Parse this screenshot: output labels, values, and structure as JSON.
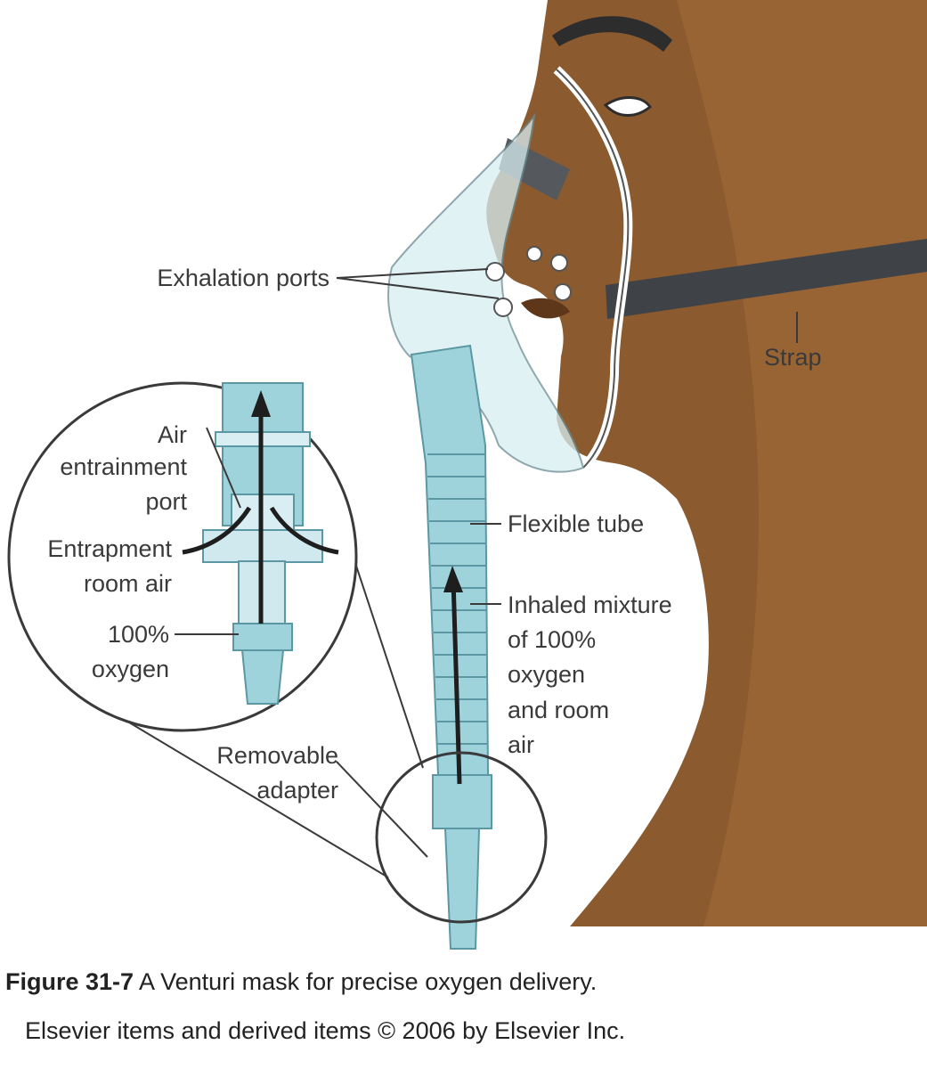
{
  "labels": {
    "exhalation_ports": "Exhalation ports",
    "strap": "Strap",
    "air_entrainment_port": [
      "Air",
      "entrainment",
      "port"
    ],
    "entrapment_room_air": [
      "Entrapment",
      "room air"
    ],
    "oxygen_100": [
      "100%",
      "oxygen"
    ],
    "flexible_tube": "Flexible tube",
    "inhaled_mixture": [
      "Inhaled mixture",
      "of 100%",
      "oxygen",
      "and room",
      "air"
    ],
    "removable_adapter": [
      "Removable",
      "adapter"
    ]
  },
  "caption": {
    "figure_number": "Figure 31-7",
    "text": " A Venturi mask for precise oxygen delivery."
  },
  "credit": "Elsevier items and derived items © 2006 by Elsevier Inc.",
  "colors": {
    "skin": "#8b5a2e",
    "skin_dark": "#6e4322",
    "mask": "#d8eef2",
    "tube": "#9fd3dc",
    "strap": "#3f4348"
  }
}
